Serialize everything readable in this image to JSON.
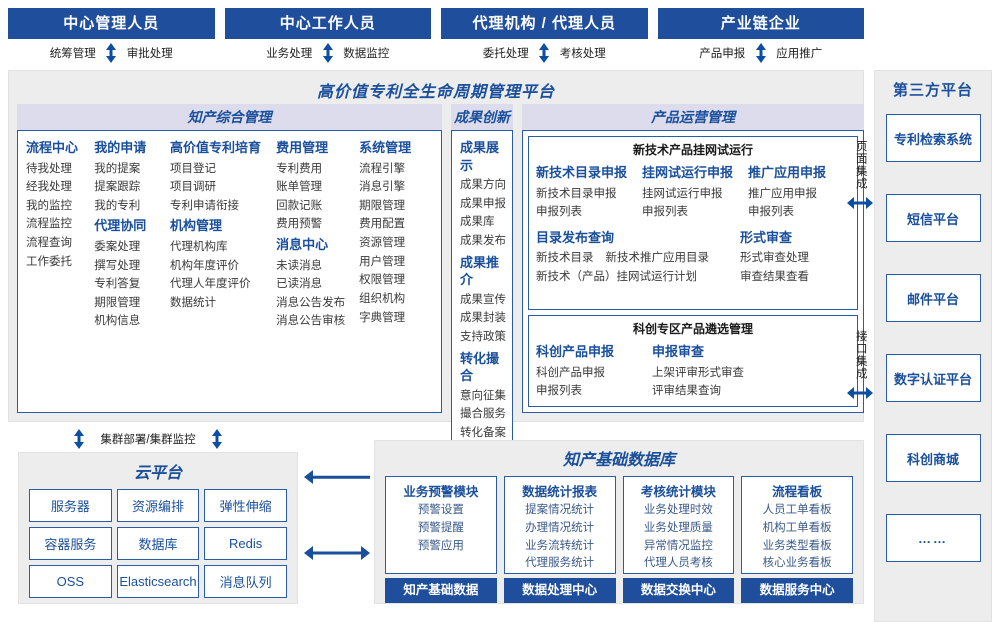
{
  "roles": [
    {
      "title": "中心管理人员",
      "left": "统筹管理",
      "right": "审批处理"
    },
    {
      "title": "中心工作人员",
      "left": "业务处理",
      "right": "数据监控"
    },
    {
      "title": "代理机构 / 代理人员",
      "left": "委托处理",
      "right": "考核处理"
    },
    {
      "title": "产业链企业",
      "left": "产品申报",
      "right": "应用推广"
    }
  ],
  "platform": {
    "title": "高价值专利全生命周期管理平台",
    "panels": {
      "ip_mgmt": {
        "header": "知产综合管理",
        "columns": [
          {
            "blocks": [
              {
                "group": "流程中心",
                "items": [
                  "待我处理",
                  "经我处理",
                  "我的监控",
                  "流程监控",
                  "流程查询",
                  "工作委托"
                ]
              }
            ]
          },
          {
            "blocks": [
              {
                "group": "我的申请",
                "items": [
                  "我的提案",
                  "提案跟踪",
                  "我的专利"
                ]
              },
              {
                "group": "代理协同",
                "items": [
                  "委案处理",
                  "撰写处理",
                  "专利答复",
                  "期限管理",
                  "机构信息"
                ]
              }
            ]
          },
          {
            "blocks": [
              {
                "group": "高价值专利培育",
                "items": [
                  "项目登记",
                  "项目调研",
                  "专利申请衔接"
                ]
              },
              {
                "group": "机构管理",
                "items": [
                  "代理机构库",
                  "机构年度评价",
                  "代理人年度评价",
                  "数据统计"
                ]
              }
            ]
          },
          {
            "blocks": [
              {
                "group": "费用管理",
                "items": [
                  "专利费用",
                  "账单管理",
                  "回款记账",
                  "费用预警"
                ]
              },
              {
                "group": "消息中心",
                "items": [
                  "未读消息",
                  "已读消息",
                  "消息公告发布",
                  "消息公告审核"
                ]
              }
            ]
          },
          {
            "blocks": [
              {
                "group": "系统管理",
                "items": [
                  "流程引擎",
                  "消息引擎",
                  "期限管理",
                  "费用配置",
                  "资源管理",
                  "用户管理",
                  "权限管理",
                  "组织机构",
                  "字典管理"
                ]
              }
            ]
          }
        ]
      },
      "achievement": {
        "header": "成果创新示范",
        "blocks": [
          {
            "group": "成果展示",
            "items": [
              "成果方向",
              "成果申报",
              "成果库",
              "成果发布"
            ]
          },
          {
            "group": "成果推介",
            "items": [
              "成果宣传",
              "成果封装",
              "支持政策"
            ]
          },
          {
            "group": "转化撮合",
            "items": [
              "意向征集",
              "撮合服务",
              "转化备案"
            ]
          }
        ]
      },
      "product_ops": {
        "header": "产品运营管理",
        "box1": {
          "title": "新技术产品挂网试运行",
          "top": [
            {
              "group": "新技术目录申报",
              "items": [
                "新技术目录申报",
                "申报列表"
              ]
            },
            {
              "group": "挂网试运行申报",
              "items": [
                "挂网试运行申报",
                "申报列表"
              ]
            },
            {
              "group": "推广应用申报",
              "items": [
                "推广应用申报",
                "申报列表"
              ]
            }
          ],
          "bottom_left": {
            "group": "目录发布查询",
            "row1": [
              "新技术目录",
              "新技术推广应用目录"
            ],
            "row2": [
              "新技术（产品）挂网试运行计划"
            ]
          },
          "bottom_right": {
            "group": "形式审查",
            "items": [
              "形式审查处理",
              "审查结果查看"
            ]
          }
        },
        "box2": {
          "title": "科创专区产品遴选管理",
          "groups": [
            {
              "group": "科创产品申报",
              "items": [
                "科创产品申报",
                "申报列表"
              ]
            },
            {
              "group": "申报审查",
              "items": [
                "上架评审形式审查",
                "评审结果查询"
              ]
            }
          ]
        }
      }
    }
  },
  "integration": {
    "page": "页面集成",
    "api": "接口集成"
  },
  "third_party": {
    "title": "第三方平台",
    "items": [
      "专利检索系统",
      "短信平台",
      "邮件平台",
      "数字认证平台",
      "科创商城",
      "……"
    ]
  },
  "cluster_label": "集群部署/集群监控",
  "cloud": {
    "title": "云平台",
    "cells": [
      "服务器",
      "资源编排",
      "弹性伸缩",
      "容器服务",
      "数据库",
      "Redis",
      "OSS",
      "Elasticsearch",
      "消息队列"
    ]
  },
  "database": {
    "title": "知产基础数据库",
    "columns": [
      {
        "header": "业务预警模块",
        "items": [
          "预警设置",
          "预警提醒",
          "预警应用"
        ],
        "footer": "知产基础数据"
      },
      {
        "header": "数据统计报表",
        "items": [
          "提案情况统计",
          "办理情况统计",
          "业务流转统计",
          "代理服务统计"
        ],
        "footer": "数据处理中心"
      },
      {
        "header": "考核统计模块",
        "items": [
          "业务处理时效",
          "业务处理质量",
          "异常情况监控",
          "代理人员考核"
        ],
        "footer": "数据交换中心"
      },
      {
        "header": "流程看板",
        "items": [
          "人员工单看板",
          "机构工单看板",
          "业务类型看板",
          "核心业务看板"
        ],
        "footer": "数据服务中心"
      }
    ]
  },
  "colors": {
    "brand": "#1f4e9c",
    "accent": "#1a4f9c",
    "border": "#2a5caa",
    "panel_head": "#dcdcec",
    "section_bg": "#ededed"
  }
}
